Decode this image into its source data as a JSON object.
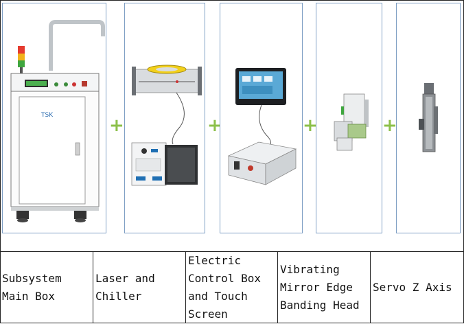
{
  "components": [
    {
      "label": "Subsystem\nMain Box"
    },
    {
      "label": "Laser and\nChiller"
    },
    {
      "label": "Electric\nControl Box\nand Touch\nScreen"
    },
    {
      "label": "Vibrating\nMirror Edge\nBanding Head"
    },
    {
      "label": "Servo Z Axis"
    }
  ],
  "separator_symbol": "+",
  "brand_logo_text": "TSK",
  "colors": {
    "panel_border": "#7f9fc4",
    "plus": "#8cc04a",
    "grid": "#222222"
  },
  "icons": [
    "main-cabinet-icon",
    "laser-source-icon",
    "chiller-icon",
    "touch-screen-icon",
    "control-box-icon",
    "edge-banding-head-icon",
    "servo-z-axis-icon"
  ]
}
